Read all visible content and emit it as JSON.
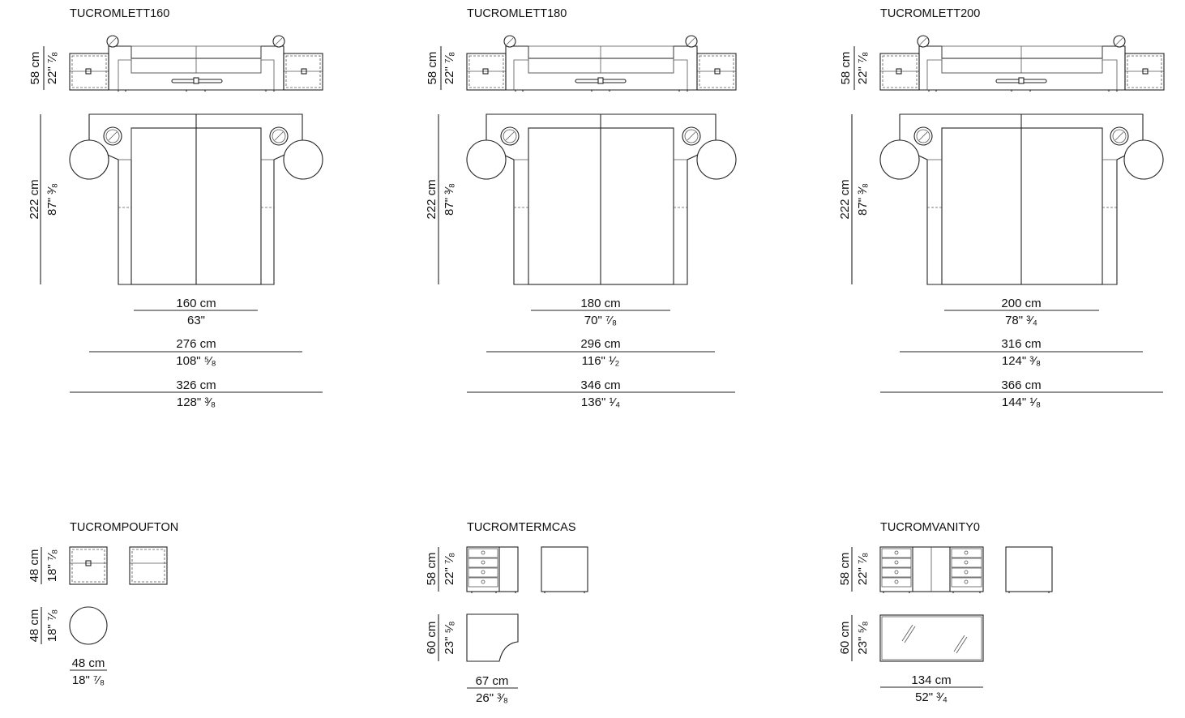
{
  "beds": [
    {
      "title": "TUCROMLETT160",
      "front_height": {
        "cm": "58 cm",
        "inch": "22\" ⁷⁄₈"
      },
      "plan_depth": {
        "cm": "222 cm",
        "inch": "87\" ³⁄₈"
      },
      "widths": [
        {
          "cm": "160 cm",
          "inch": "63\""
        },
        {
          "cm": "276 cm",
          "inch": "108\" ⁵⁄₈"
        },
        {
          "cm": "326 cm",
          "inch": "128\" ³⁄₈"
        }
      ]
    },
    {
      "title": "TUCROMLETT180",
      "front_height": {
        "cm": "58 cm",
        "inch": "22\" ⁷⁄₈"
      },
      "plan_depth": {
        "cm": "222 cm",
        "inch": "87\" ³⁄₈"
      },
      "widths": [
        {
          "cm": "180 cm",
          "inch": "70\" ⁷⁄₈"
        },
        {
          "cm": "296 cm",
          "inch": "116\" ¹⁄₂"
        },
        {
          "cm": "346 cm",
          "inch": "136\" ¹⁄₄"
        }
      ]
    },
    {
      "title": "TUCROMLETT200",
      "front_height": {
        "cm": "58 cm",
        "inch": "22\" ⁷⁄₈"
      },
      "plan_depth": {
        "cm": "222 cm",
        "inch": "87\" ³⁄₈"
      },
      "widths": [
        {
          "cm": "200 cm",
          "inch": "78\" ³⁄₄"
        },
        {
          "cm": "316 cm",
          "inch": "124\" ³⁄₈"
        },
        {
          "cm": "366 cm",
          "inch": "144\" ¹⁄₈"
        }
      ]
    }
  ],
  "pouf": {
    "title": "TUCROMPOUFTON",
    "height": {
      "cm": "48 cm",
      "inch": "18\" ⁷⁄₈"
    },
    "plan_depth": {
      "cm": "48 cm",
      "inch": "18\" ⁷⁄₈"
    },
    "width": {
      "cm": "48 cm",
      "inch": "18\" ⁷⁄₈"
    }
  },
  "termcas": {
    "title": "TUCROMTERMCAS",
    "height": {
      "cm": "58 cm",
      "inch": "22\" ⁷⁄₈"
    },
    "plan_depth": {
      "cm": "60 cm",
      "inch": "23\" ⁵⁄₈"
    },
    "width": {
      "cm": "67 cm",
      "inch": "26\" ³⁄₈"
    }
  },
  "vanity": {
    "title": "TUCROMVANITY0",
    "height": {
      "cm": "58 cm",
      "inch": "22\" ⁷⁄₈"
    },
    "plan_depth": {
      "cm": "60 cm",
      "inch": "23\" ⁵⁄₈"
    },
    "width": {
      "cm": "134 cm",
      "inch": "52\" ³⁄₄"
    }
  }
}
